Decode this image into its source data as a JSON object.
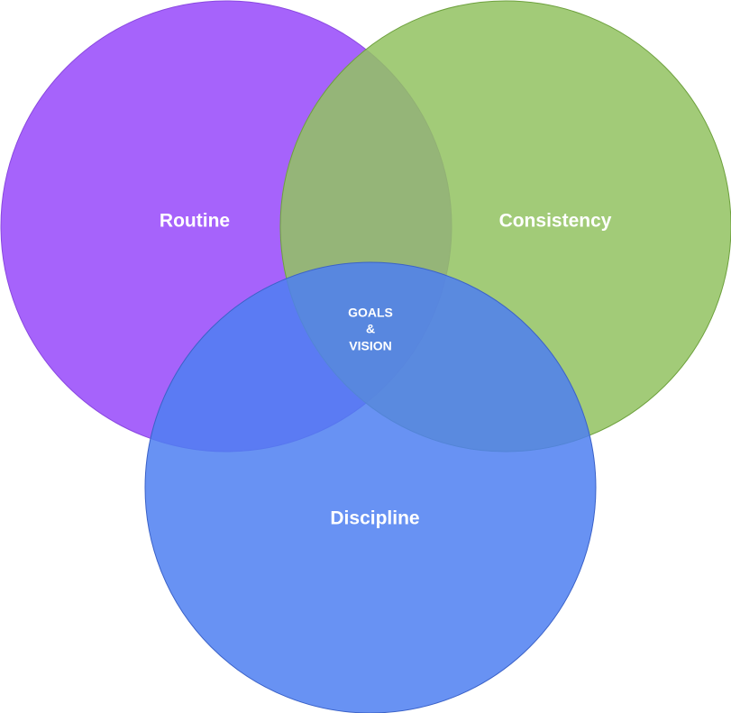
{
  "diagram": {
    "sets": [
      {
        "id": "routine",
        "label": "Routine",
        "fill": "#9c52fb",
        "stroke": "#8a48e0"
      },
      {
        "id": "consistency",
        "label": "Consistency",
        "fill": "#93c262",
        "stroke": "#6ea13e"
      },
      {
        "id": "discipline",
        "label": "Discipline",
        "fill": "#4d7ff1",
        "stroke": "#3b62c8"
      }
    ],
    "center_label": {
      "lines": [
        "GOALS",
        "&",
        "VISION"
      ]
    }
  }
}
